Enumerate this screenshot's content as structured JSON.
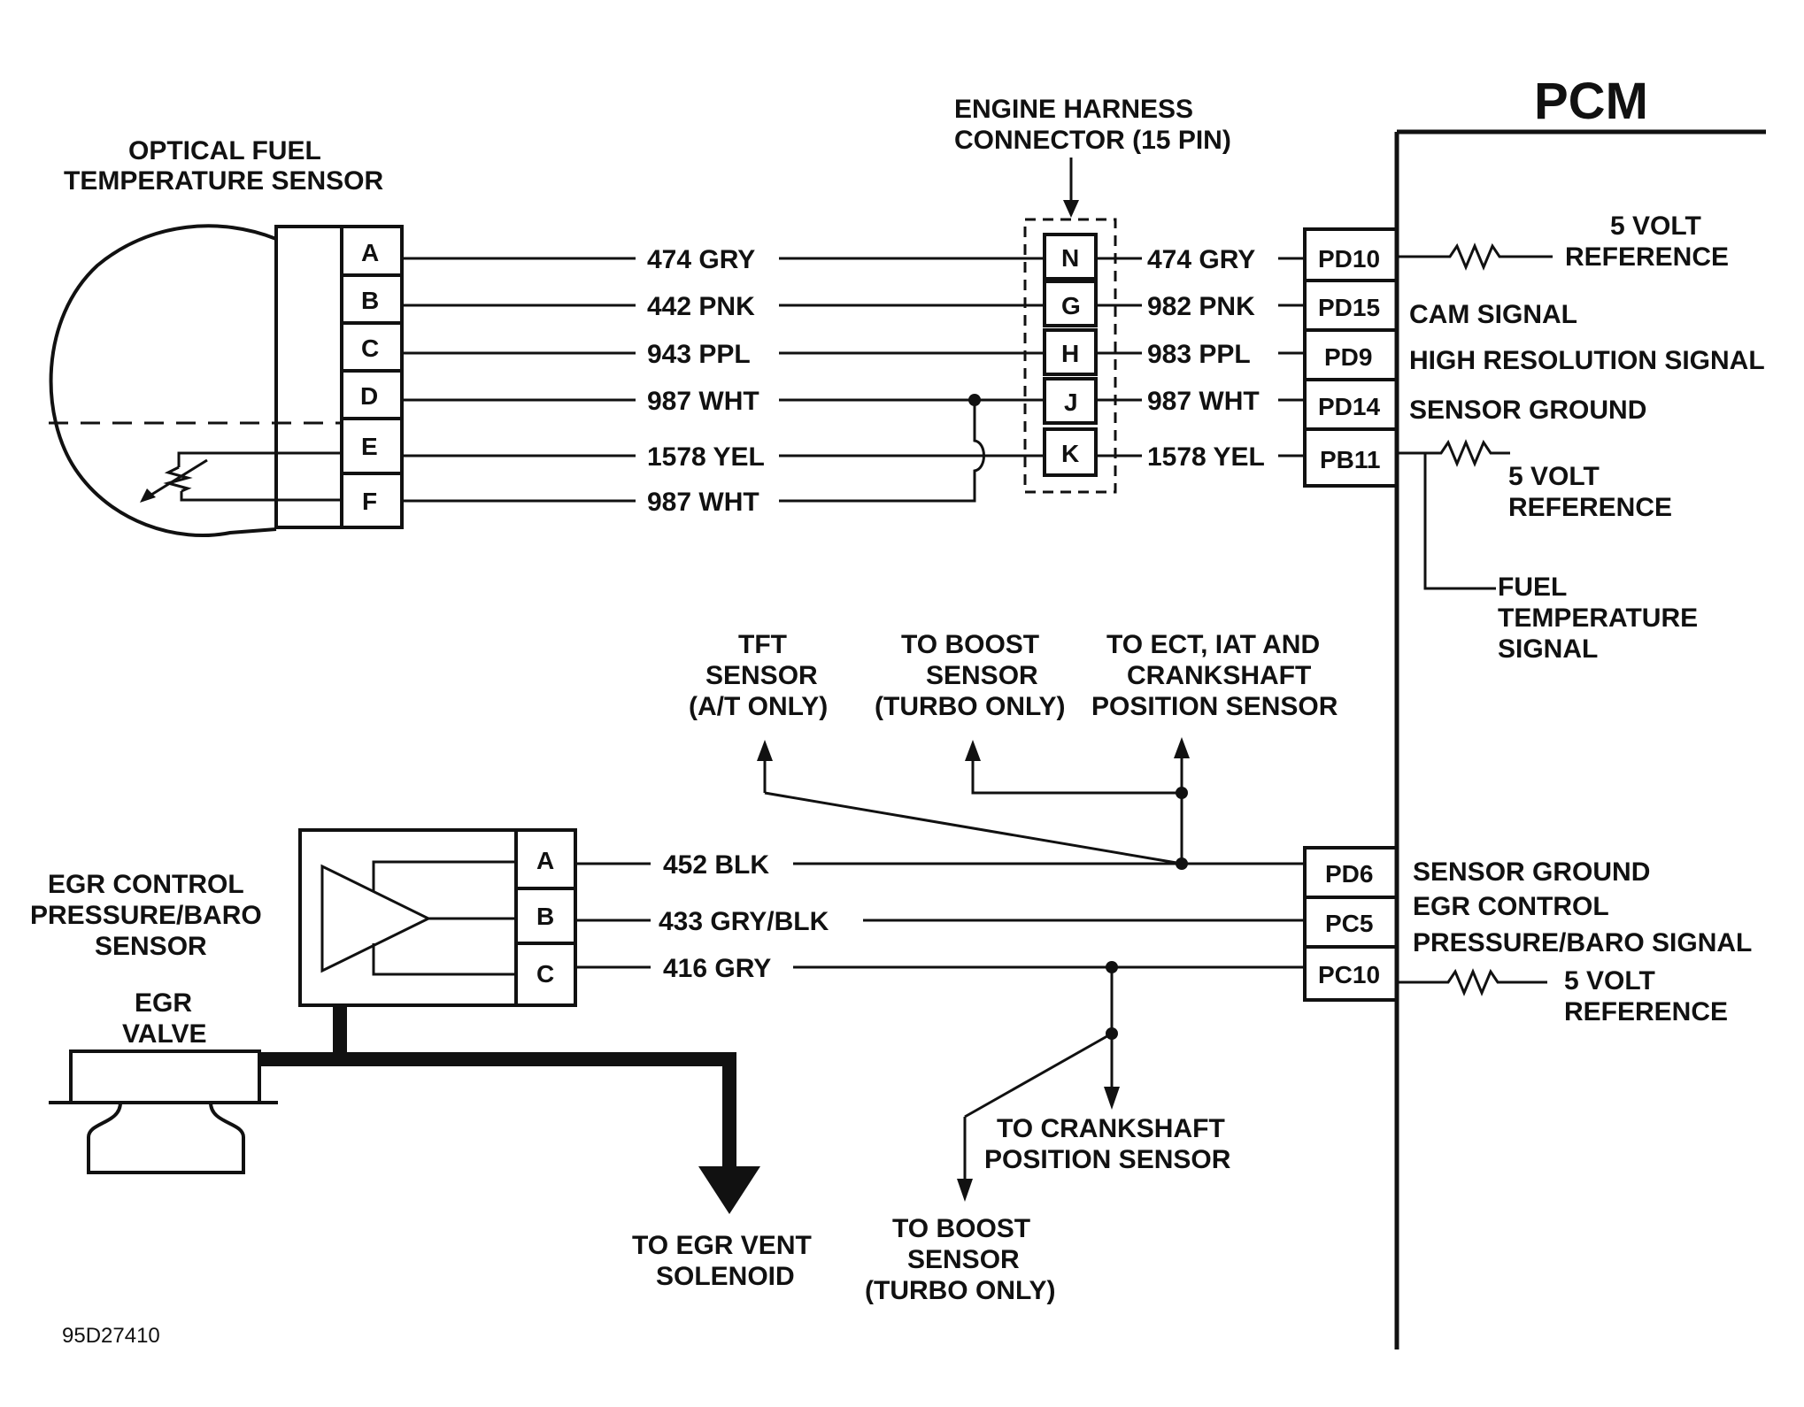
{
  "diagram": {
    "pcm_title": "PCM",
    "caption": "95D27410",
    "optical_sensor": {
      "title_lines": [
        "OPTICAL FUEL",
        "TEMPERATURE SENSOR"
      ],
      "pins": [
        "A",
        "B",
        "C",
        "D",
        "E",
        "F"
      ]
    },
    "harness_connector": {
      "title_lines": [
        "ENGINE HARNESS",
        "CONNECTOR (15 PIN)"
      ],
      "pins": [
        "N",
        "G",
        "H",
        "J",
        "K"
      ]
    },
    "sensor_wires_left": [
      "474 GRY",
      "442 PNK",
      "943 PPL",
      "987 WHT",
      "1578 YEL",
      "987 WHT"
    ],
    "sensor_wires_right": [
      "474 GRY",
      "982 PNK",
      "983 PPL",
      "987 WHT",
      "1578 YEL"
    ],
    "pcm_pins_top": [
      "PD10",
      "PD15",
      "PD9",
      "PD14",
      "PB11"
    ],
    "pcm_labels_top": {
      "pd10": [
        "5 VOLT",
        "REFERENCE"
      ],
      "pd15": "CAM SIGNAL",
      "pd9": "HIGH RESOLUTION SIGNAL",
      "pd14": "SENSOR GROUND",
      "pb11_ref": [
        "5 VOLT",
        "REFERENCE"
      ],
      "fuel_temp": [
        "FUEL",
        "TEMPERATURE",
        "SIGNAL"
      ]
    },
    "branch_labels": {
      "tft": [
        "TFT",
        "SENSOR",
        "(A/T ONLY)"
      ],
      "boost_top": [
        "TO BOOST",
        "SENSOR",
        "(TURBO ONLY)"
      ],
      "ect": [
        "TO ECT, IAT AND",
        "CRANKSHAFT",
        "POSITION SENSOR"
      ],
      "crank": [
        "TO CRANKSHAFT",
        "POSITION SENSOR"
      ],
      "boost_bottom": [
        "TO BOOST",
        "SENSOR",
        "(TURBO ONLY)"
      ],
      "egr_vent": [
        "TO EGR VENT",
        "SOLENOID"
      ]
    },
    "egr_sensor": {
      "title_lines": [
        "EGR CONTROL",
        "PRESSURE/BARO",
        "SENSOR"
      ],
      "pins": [
        "A",
        "B",
        "C"
      ]
    },
    "egr_valve_lines": [
      "EGR",
      "VALVE"
    ],
    "egr_wires": [
      "452 BLK",
      "433 GRY/BLK",
      "416 GRY"
    ],
    "pcm_pins_bottom": [
      "PD6",
      "PC5",
      "PC10"
    ],
    "pcm_labels_bottom": {
      "pd6": "SENSOR GROUND",
      "pc5": [
        "EGR CONTROL",
        "PRESSURE/BARO SIGNAL"
      ],
      "pc10": [
        "5 VOLT",
        "REFERENCE"
      ]
    }
  }
}
